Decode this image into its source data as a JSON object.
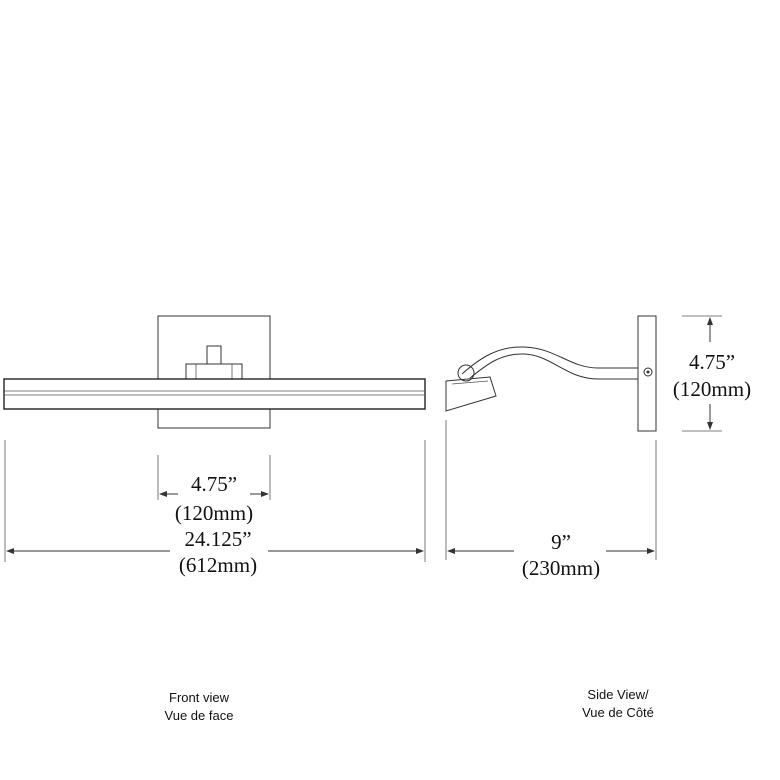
{
  "front_view": {
    "bracket_width": {
      "inches": "4.75”",
      "mm": "(120mm)"
    },
    "overall_width": {
      "inches": "24.125”",
      "mm": "(612mm)"
    },
    "caption": {
      "line1": "Front view",
      "line2": "Vue de face"
    }
  },
  "side_view": {
    "bracket_height": {
      "inches": "4.75”",
      "mm": "(120mm)"
    },
    "projection": {
      "inches": "9”",
      "mm": "(230mm)"
    },
    "caption": {
      "line1": "Side View/",
      "line2": "Vue de Côté"
    }
  }
}
